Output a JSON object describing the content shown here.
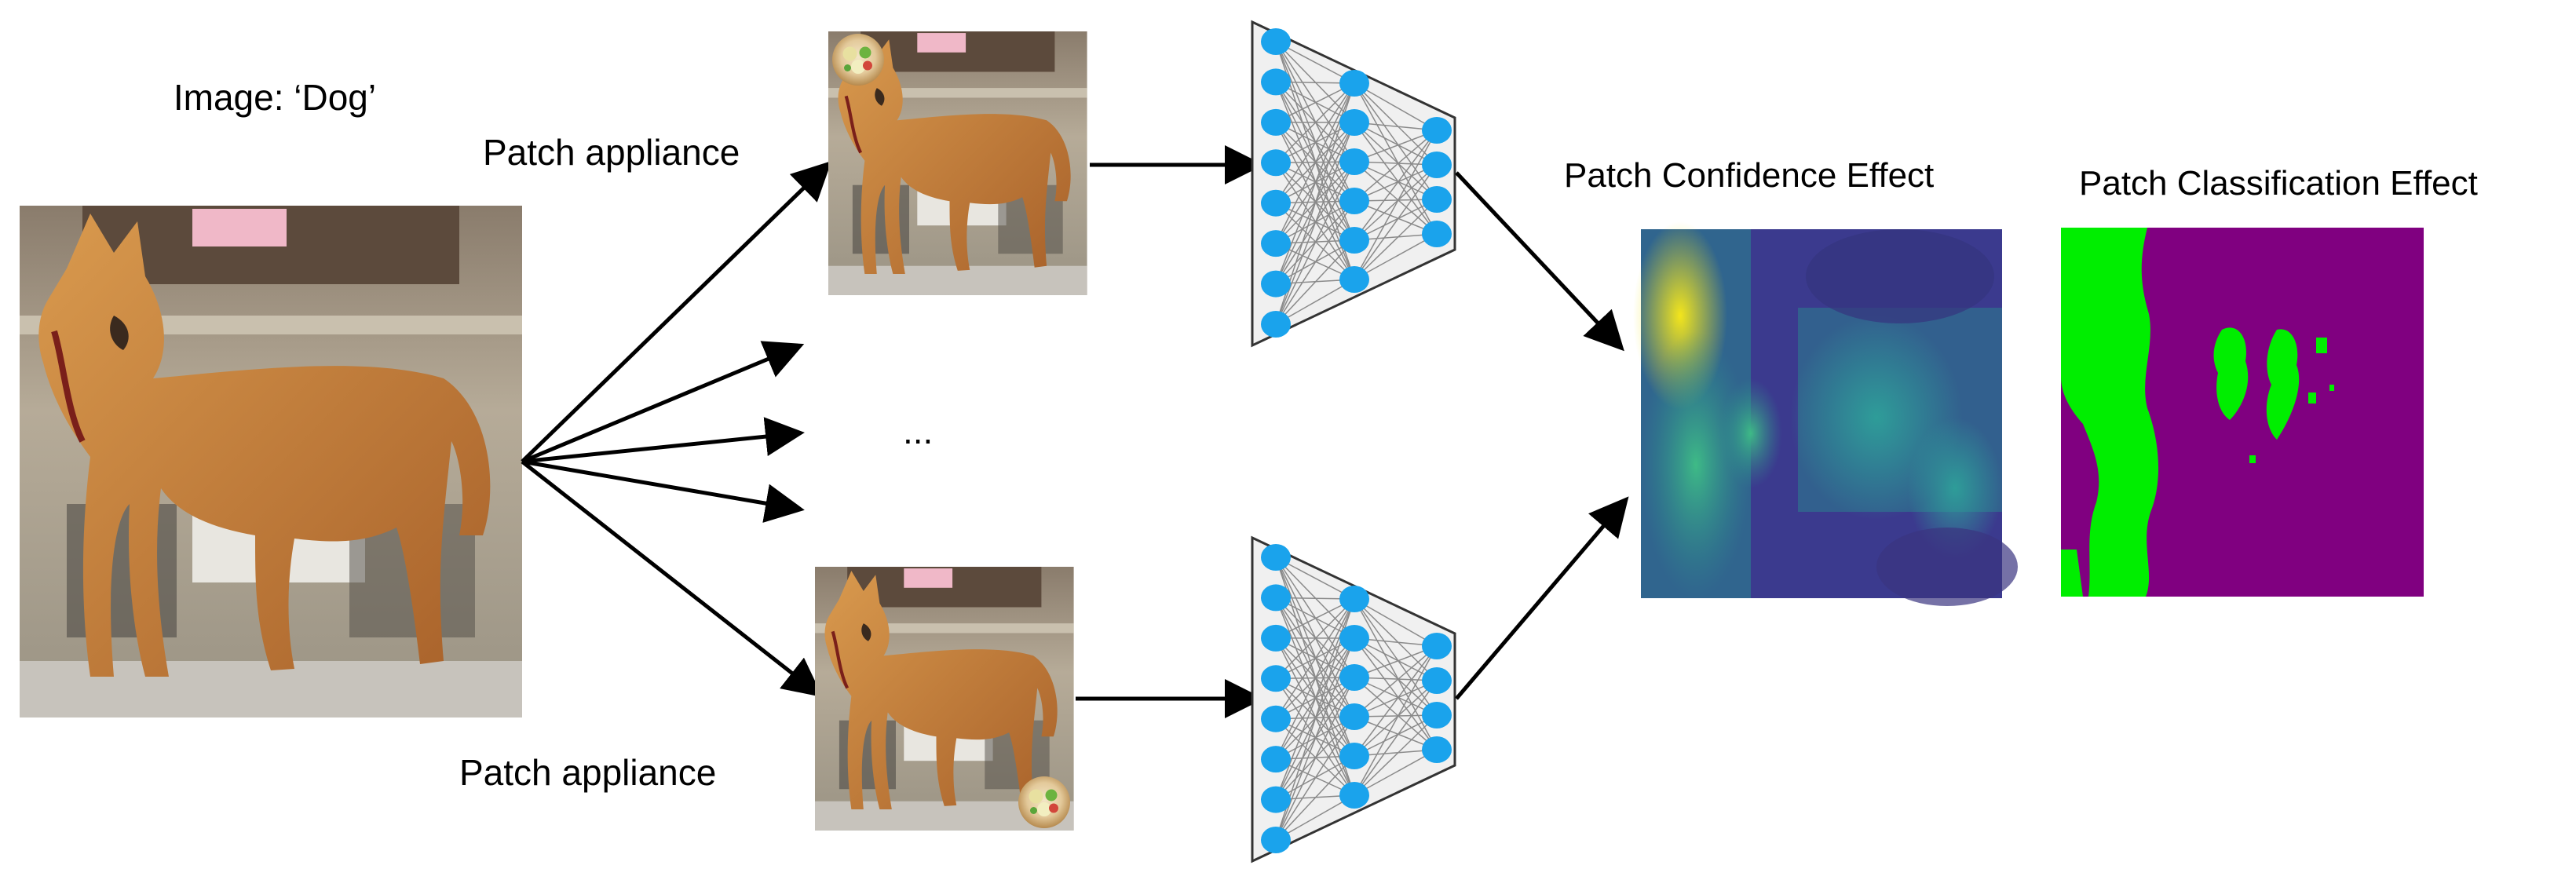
{
  "labels": {
    "image_label": "Image: ‘Dog’",
    "patch_top": "Patch appliance",
    "patch_bottom": "Patch appliance",
    "ellipsis": "...",
    "confidence_title": "Patch Confidence Effect",
    "classification_title": "Patch Classification Effect"
  },
  "colors": {
    "node": "#1aa3ec",
    "net_fill": "#f0f0f0",
    "confidence_low": "#3b3a8e",
    "confidence_high": "#f3e51c",
    "class_background": "#800080",
    "class_patch": "#00ee00"
  },
  "images": {
    "original": "dog-photo",
    "patched_top": "dog-photo-with-patch-top-left",
    "patched_bottom": "dog-photo-with-patch-bottom-right",
    "patch": "food-bowl-patch"
  },
  "network": {
    "layers": [
      8,
      6,
      4
    ]
  }
}
